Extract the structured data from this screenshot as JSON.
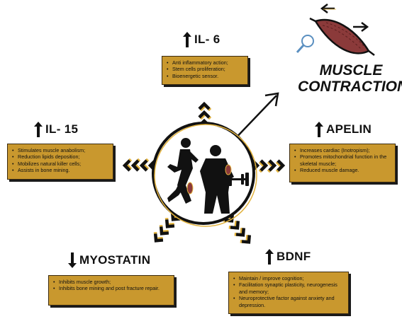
{
  "title": {
    "line1": "MUSCLE",
    "line2": "CONTRACTION"
  },
  "factors": {
    "il6": {
      "arrow": "up",
      "label": "IL- 6",
      "items": [
        "Anti inflammatory action;",
        "Stem cells proliferation;",
        "Bioenergetic sensor."
      ]
    },
    "il15": {
      "arrow": "up",
      "label": "IL- 15",
      "items": [
        "Stimulates muscle anabolism;",
        "Reduction lipids deposition;",
        "Mobilizes natural killer cells;",
        "Assists in bone mining."
      ]
    },
    "apelin": {
      "arrow": "up",
      "label": "APELIN",
      "items": [
        "Increases cardiac (Inotropism);",
        "Promotes mitochondrial function in the skeletal muscle;",
        "Reduced muscle damage."
      ]
    },
    "myostatin": {
      "arrow": "down",
      "label": "MYOSTATIN",
      "items": [
        "Inhibits muscle growth;",
        "Inhibits bone mining and post fracture repair."
      ]
    },
    "bdnf": {
      "arrow": "up",
      "label": "BDNF",
      "items": [
        "Maintain / improve cognition;",
        "Facilitation synaptic plasticity, neurogenesis and memory;",
        "Neuroprotective factor against anxiety and depression."
      ]
    }
  },
  "colors": {
    "box": "#c9982e",
    "chevron_accent": "#e2b23c",
    "muscle": "#8b3a3a"
  },
  "icons": [
    "arrow-up-icon",
    "arrow-down-icon",
    "magnifier-icon",
    "muscle-fiber-icon",
    "runner-silhouette",
    "lifter-silhouette",
    "dumbbell-icon"
  ]
}
